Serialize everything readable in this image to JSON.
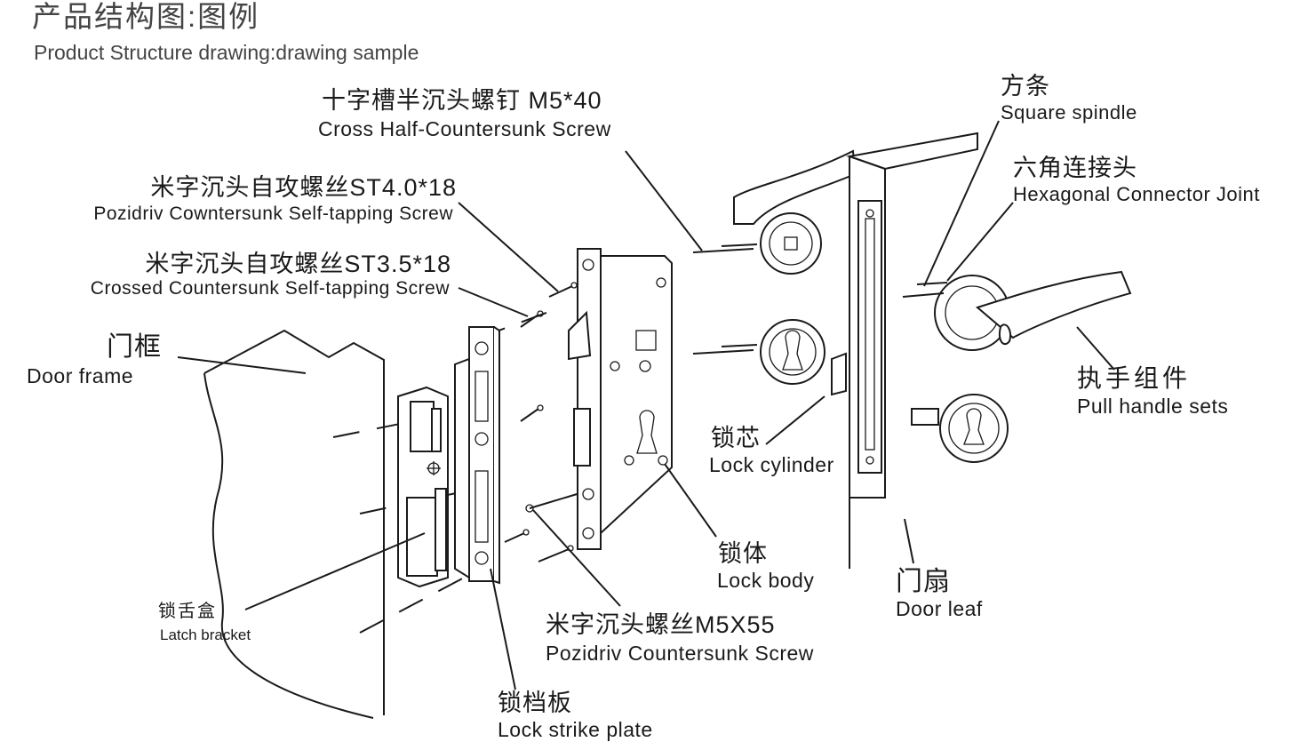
{
  "header": {
    "title_zh": "产品结构图:图例",
    "title_en": "Product Structure drawing:drawing sample"
  },
  "labels": {
    "cross_screw": {
      "zh": "十字槽半沉头螺钉 M5*40",
      "en": "Cross Half-Countersunk Screw"
    },
    "pozidriv_self_tapping": {
      "zh": "米字沉头自攻螺丝ST4.0*18",
      "en": "Pozidriv Cowntersunk Self-tapping Screw"
    },
    "crossed_self_tapping": {
      "zh": "米字沉头自攻螺丝ST3.5*18",
      "en": "Crossed Countersunk Self-tapping Screw"
    },
    "door_frame": {
      "zh": "门框",
      "en": "Door  frame"
    },
    "latch_bracket": {
      "zh": "锁舌盒",
      "en": "Latch bracket"
    },
    "lock_strike_plate": {
      "zh": "锁档板",
      "en": "Lock  strike  plate"
    },
    "pozidriv_m5x55": {
      "zh": "米字沉头螺丝M5X55",
      "en": "Pozidriv Countersunk Screw"
    },
    "lock_body": {
      "zh": "锁体",
      "en": "Lock  body"
    },
    "lock_cylinder": {
      "zh": "锁芯",
      "en": "Lock  cylinder"
    },
    "door_leaf": {
      "zh": "门扇",
      "en": "Door  leaf"
    },
    "square_spindle": {
      "zh": "方条",
      "en": "Square spindle"
    },
    "hexagonal_connector": {
      "zh": "六角连接头",
      "en": "Hexagonal  Connector Joint"
    },
    "pull_handle": {
      "zh": "执手组件",
      "en": "Pull handle sets"
    }
  }
}
